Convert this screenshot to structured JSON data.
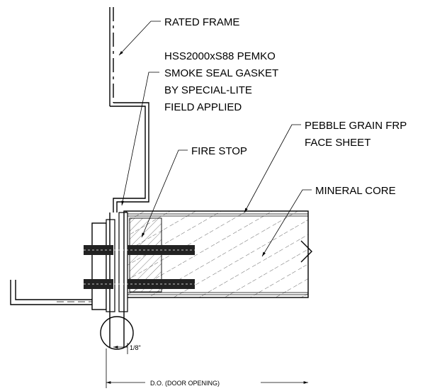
{
  "labels": {
    "rated_frame": "RATED FRAME",
    "gasket_line1": "HSS2000xS88 PEMKO",
    "gasket_line2": "SMOKE SEAL GASKET",
    "gasket_line3": "BY SPECIAL-LITE",
    "gasket_line4": "FIELD APPLIED",
    "face_sheet_line1": "PEBBLE GRAIN FRP",
    "face_sheet_line2": "FACE SHEET",
    "fire_stop": "FIRE STOP",
    "mineral_core": "MINERAL CORE",
    "gap_dimension": "1/8\"",
    "door_opening": "D.O. (DOOR OPENING)"
  }
}
